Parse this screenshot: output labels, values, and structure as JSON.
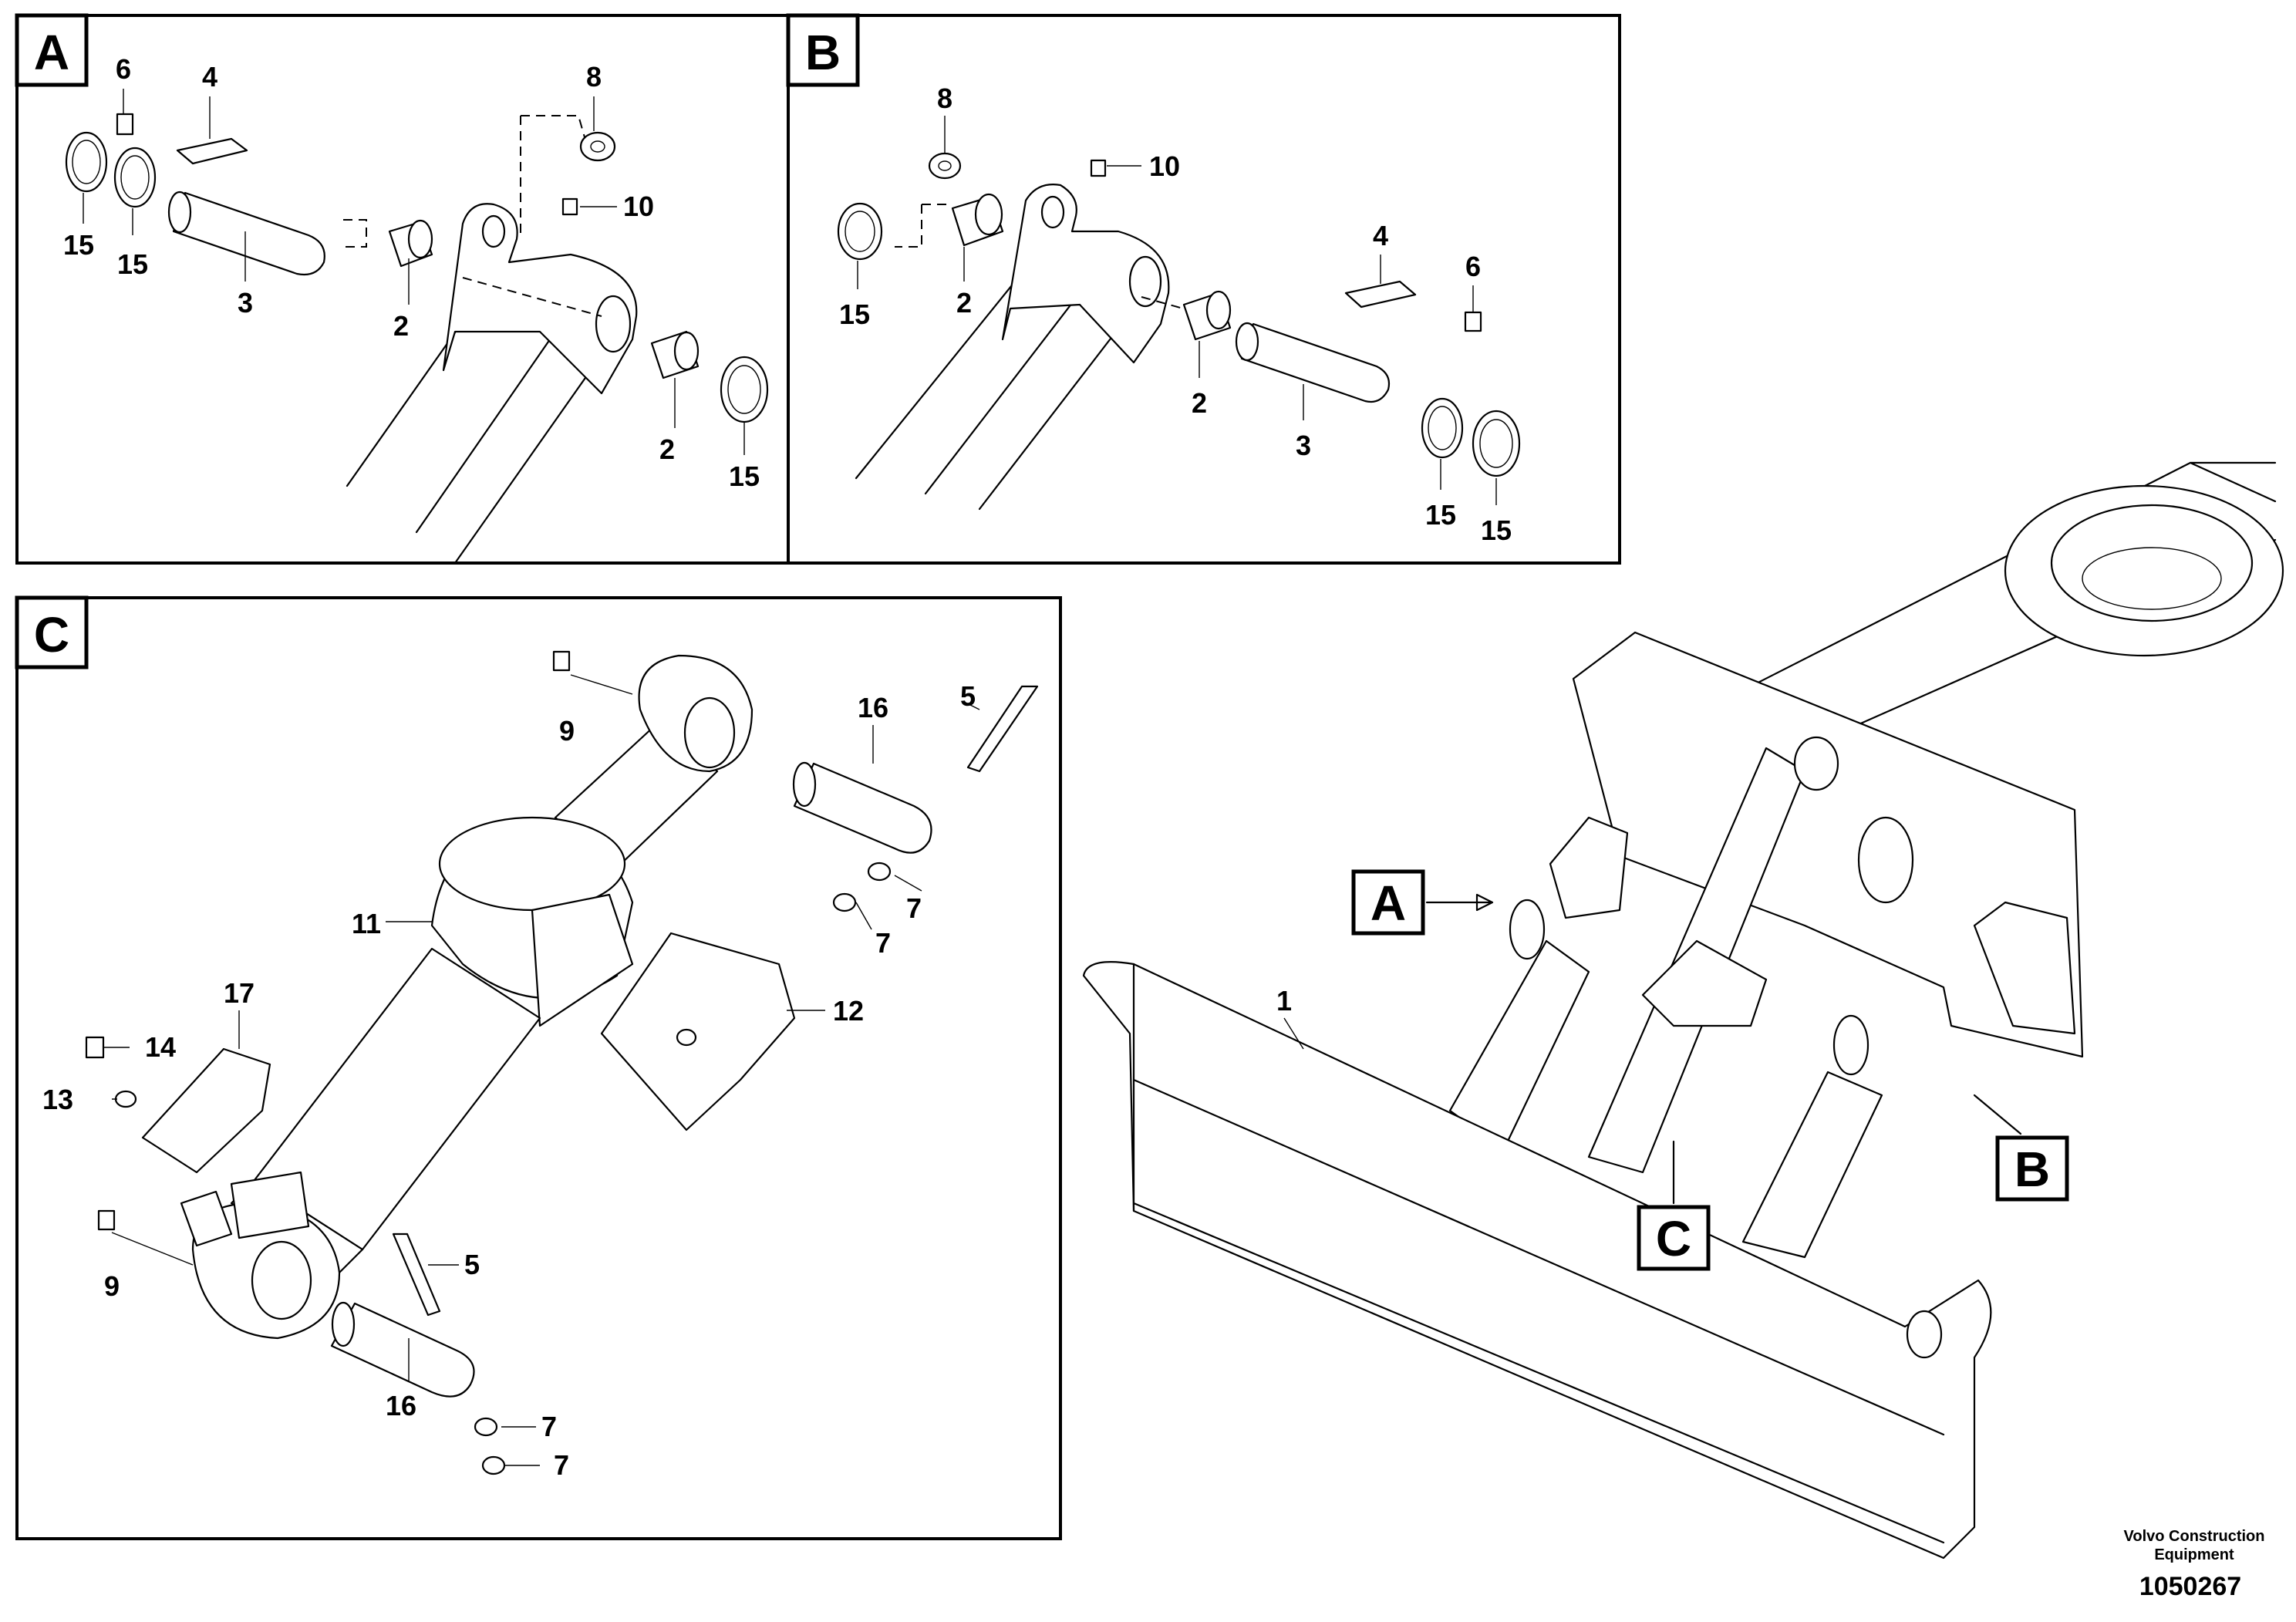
{
  "panels": {
    "A": {
      "letter": "A",
      "callouts": [
        "6",
        "4",
        "8",
        "10",
        "15",
        "15",
        "3",
        "2",
        "2",
        "15"
      ]
    },
    "B": {
      "letter": "B",
      "callouts": [
        "8",
        "10",
        "4",
        "6",
        "15",
        "2",
        "2",
        "3",
        "15",
        "15"
      ]
    },
    "C": {
      "letter": "C",
      "callouts": [
        "9",
        "16",
        "5",
        "7",
        "7",
        "11",
        "12",
        "17",
        "14",
        "13",
        "9",
        "5",
        "16",
        "7",
        "7"
      ]
    },
    "main": {
      "callouts": [
        "1"
      ],
      "detail_markers": [
        "A",
        "B",
        "C"
      ]
    }
  },
  "footer": {
    "company_line1": "Volvo Construction",
    "company_line2": "Equipment",
    "drawing_number": "1050267"
  }
}
